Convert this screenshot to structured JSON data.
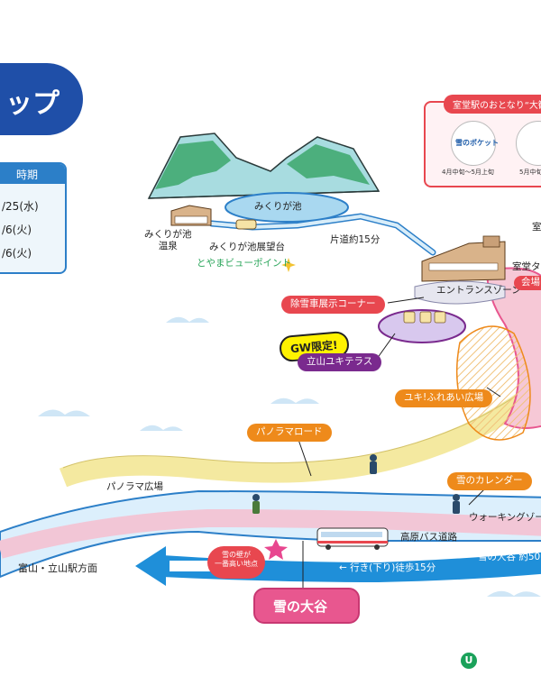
{
  "header": {
    "title_fragment": "ップ"
  },
  "period": {
    "heading": "時期",
    "rows": [
      "/25(水)",
      "/6(火)",
      "/6(火)"
    ]
  },
  "station_panel": {
    "title": "室堂駅のおとなり“大観",
    "badges": [
      {
        "logo_text": "雪のポケット",
        "date": "4月中旬〜5月上旬"
      },
      {
        "logo_text": "",
        "date": "5月中旬〜"
      }
    ]
  },
  "places": {
    "mikurigaike": "みくりが池",
    "onsen": "みくりが池\n温泉",
    "viewpoint": "みくりが池展望台",
    "toyama_view": "とやまビューポイント",
    "one_way": "片道約15分",
    "murodo_side": "室",
    "murodo_terminal": "室堂タ",
    "entrance_zone": "エントランスゾーン",
    "kaijo": "会場",
    "panorama_plaza": "パノラマ広場",
    "walking_zone": "ウォーキングゾー",
    "bus_road": "高原バス道路",
    "toyama_direction": "富山・立山駅方面"
  },
  "callouts": {
    "snowplow": "除雪車展示コーナー",
    "gw": "GW限定!",
    "yuki_terrace": "立山ユキテラス",
    "fureai": "ユキ!ふれあい広場",
    "panorama_road": "パノラマロード",
    "calendar": "雪のカレンダー",
    "highest_point": "雪の壁が\n一番高い地点",
    "yuki_no_otani": "雪の大谷"
  },
  "walk": {
    "down": "← 行き(下り)徒歩15分",
    "otani_time": "雪の大谷 約50"
  },
  "colors": {
    "title_blue": "#1f4fa8",
    "route_blue": "#2c7fc8",
    "red": "#e8474f",
    "orange": "#ee8a1b",
    "purple": "#7a2a8e",
    "pink": "#e8578f",
    "yellow_road": "#f4e9a0",
    "mountain_green": "#4caf7d"
  },
  "icons": [
    "star-icon",
    "walker-icon",
    "bus-icon",
    "bench-icon",
    "cloud-icon",
    "sparkle-icon",
    "brand-logo-icon"
  ]
}
